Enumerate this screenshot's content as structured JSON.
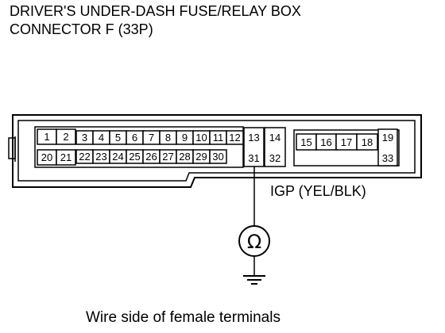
{
  "title_line1": "DRIVER'S UNDER-DASH FUSE/RELAY BOX",
  "title_line2": "CONNECTOR F (33P)",
  "caption": "Wire side of female terminals",
  "wire_label": "IGP (YEL/BLK)",
  "meter_symbol": "Ω",
  "meter_icon": "ohmmeter-icon",
  "ground_icon": "ground-icon",
  "pins": {
    "p1": "1",
    "p2": "2",
    "p3": "3",
    "p4": "4",
    "p5": "5",
    "p6": "6",
    "p7": "7",
    "p8": "8",
    "p9": "9",
    "p10": "10",
    "p11": "11",
    "p12": "12",
    "p13": "13",
    "p14": "14",
    "p15": "15",
    "p16": "16",
    "p17": "17",
    "p18": "18",
    "p19": "19",
    "p20": "20",
    "p21": "21",
    "p22": "22",
    "p23": "23",
    "p24": "24",
    "p25": "25",
    "p26": "26",
    "p27": "27",
    "p28": "28",
    "p29": "29",
    "p30": "30",
    "p31": "31",
    "p32": "32",
    "p33": "33"
  }
}
